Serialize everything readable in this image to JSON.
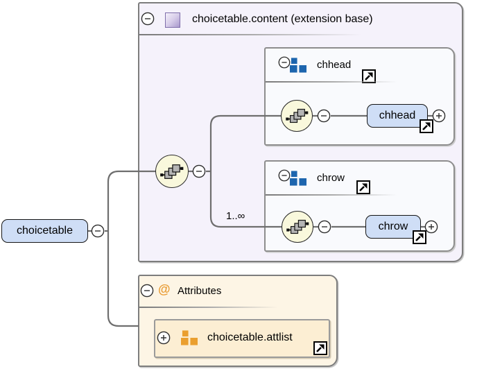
{
  "icons": {
    "collapse": "minus-circle",
    "expand": "plus-circle",
    "link_arrow": "north-east-arrow",
    "complex_type": "purple-gradient-square",
    "element_group_blue": "three-blue-squares",
    "attribute_group_orange": "three-orange-squares",
    "sequence": "sequence-chain"
  },
  "colors": {
    "content_panel_bg": "#f5f2fb",
    "subpanel_bg": "#f9fafd",
    "element_box_bg": "#cfdef6",
    "sequence_circle_bg": "#f9f8dc",
    "attributes_panel_bg": "#fdf5e5",
    "attribute_group_bg": "#fceed3",
    "blue_icon": "#1d65ae",
    "orange_icon": "#ea9f2f",
    "connector": "#6e6e6e"
  },
  "root_element": {
    "label": "choicetable"
  },
  "content_panel": {
    "title": "choicetable.content (extension base)"
  },
  "chhead_group": {
    "title": "chhead",
    "element_label": "chhead"
  },
  "chrow_group": {
    "title": "chrow",
    "element_label": "chrow",
    "cardinality": "1..∞"
  },
  "attributes_panel": {
    "title": "Attributes",
    "symbol": "@",
    "attribute_group_label": "choicetable.attlist"
  }
}
